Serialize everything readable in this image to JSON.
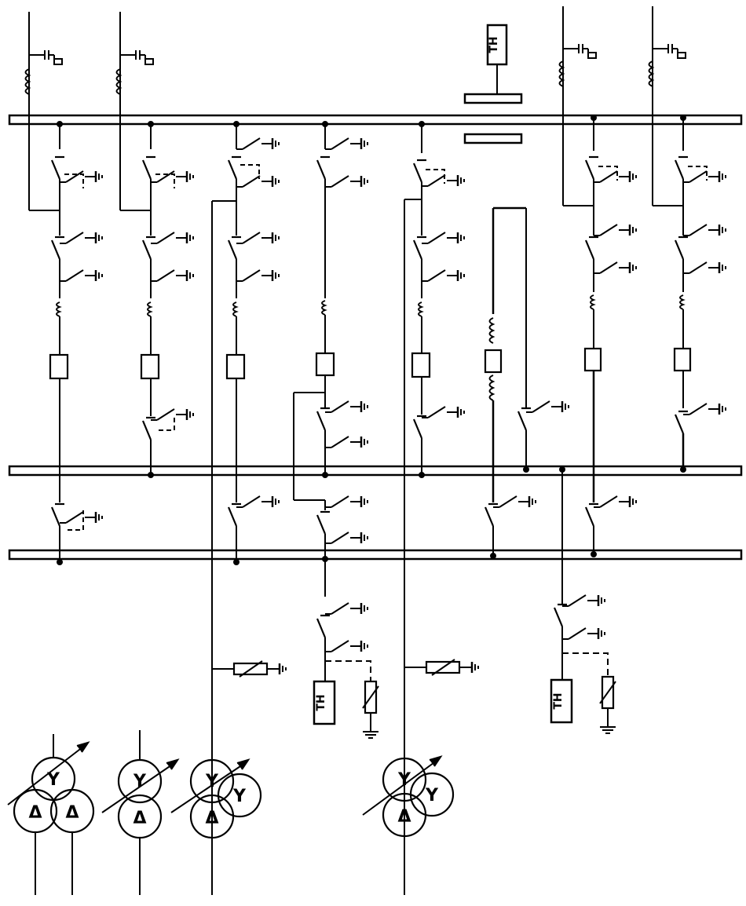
{
  "labels": {
    "vt_top": "TH",
    "vt_bus_left": "TH",
    "vt_bus_right": "TH"
  },
  "transformers": {
    "primary_symbol": "Y",
    "delta_symbol": "Δ"
  },
  "colors": {
    "line": "#000000",
    "background": "#ffffff"
  }
}
